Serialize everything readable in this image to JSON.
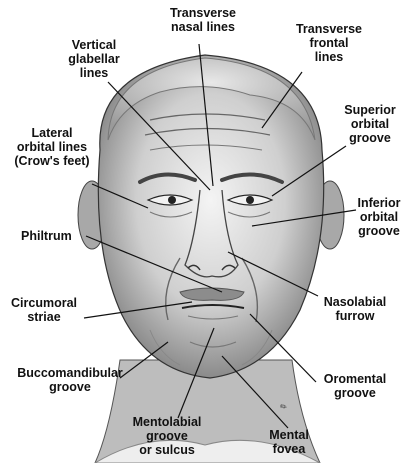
{
  "labels": {
    "transverse_nasal": "Transverse\nnasal lines",
    "vertical_glabellar": "Vertical\nglabellar\nlines",
    "transverse_frontal": "Transverse\nfrontal\nlines",
    "superior_orbital": "Superior\norbital\ngroove",
    "lateral_orbital": "Lateral\norbital lines\n(Crow's feet)",
    "inferior_orbital": "Inferior\norbital\ngroove",
    "philtrum": "Philtrum",
    "nasolabial": "Nasolabial\nfurrow",
    "circumoral": "Circumoral\nstriae",
    "buccomandibular": "Buccomandibular\ngroove",
    "oromental": "Oromental\ngroove",
    "mentolabial": "Mentolabial\ngroove\nor sulcus",
    "mental_fovea": "Mental\nfovea"
  },
  "colors": {
    "line": "#111111",
    "skin_light": "#d9d9d9",
    "skin_dark": "#6b6b6b"
  }
}
